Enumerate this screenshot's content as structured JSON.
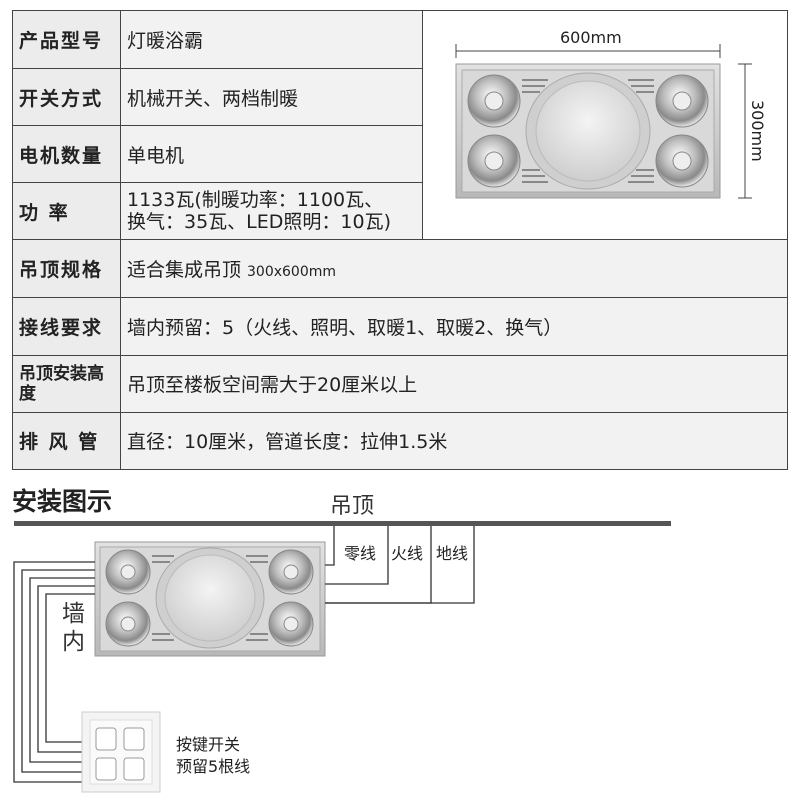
{
  "specs": {
    "model_label": "产品型号",
    "model_value": "灯暖浴霸",
    "switch_label": "开关方式",
    "switch_value": "机械开关、两档制暖",
    "motor_label": "电机数量",
    "motor_value": "单电机",
    "power_label": "功 率",
    "power_value_line1": "1133瓦(制暖功率：1100瓦、",
    "power_value_line2": "换气：35瓦、LED照明：10瓦)",
    "ceiling_label": "吊顶规格",
    "ceiling_value": "适合集成吊顶",
    "ceiling_size": "300x600mm",
    "wiring_label": "接线要求",
    "wiring_value": "墙内预留：5（火线、照明、取暖1、取暖2、换气）",
    "height_label": "吊顶安装高度",
    "height_value": "吊顶至楼板空间需大于20厘米以上",
    "duct_label": "排 风 管",
    "duct_value": "直径：10厘米，管道长度：拉伸1.5米"
  },
  "dimensions": {
    "width": "600mm",
    "height": "300mm"
  },
  "install": {
    "title": "安装图示",
    "ceiling": "吊顶",
    "wire_neutral": "零线",
    "wire_live": "火线",
    "wire_ground": "地线",
    "wall": "墙内",
    "switch_line1": "按键开关",
    "switch_line2": "预留5根线"
  },
  "colors": {
    "panel": "#d8d8d8",
    "table_label_bg": "#ececec",
    "table_value_bg": "#f2f2f2"
  }
}
